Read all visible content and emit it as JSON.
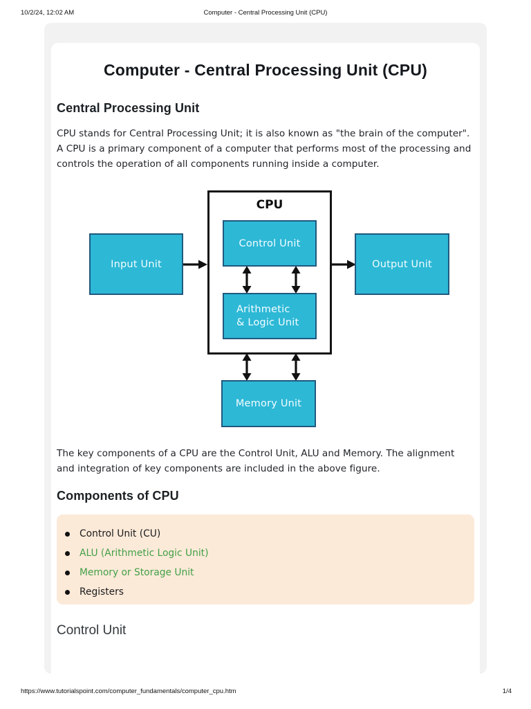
{
  "print_header": {
    "datetime": "10/2/24, 12:02 AM",
    "doc_title": "Computer - Central Processing Unit (CPU)"
  },
  "print_footer": {
    "url": "https://www.tutorialspoint.com/computer_fundamentals/computer_cpu.htm",
    "page_indicator": "1/4"
  },
  "article": {
    "title": "Computer - Central Processing Unit (CPU)",
    "intro": {
      "heading": "Central Processing Unit",
      "paragraph": "CPU stands for Central Processing Unit; it is also known as \"the brain of the computer\". A CPU is a primary component of a computer that performs most of the processing and controls the operation of all components running inside a computer."
    },
    "figure": {
      "cpu_label": "CPU",
      "input_box": "Input Unit",
      "control_box": "Control Unit",
      "alu_line1": "Arithmetic",
      "alu_line2": "& Logic Unit",
      "output_box": "Output Unit",
      "memory_box": "Memory Unit"
    },
    "after_figure_paragraph": "The key components of a CPU are the Control Unit, ALU and Memory. The alignment and integration of key components are included in the above figure.",
    "components": {
      "heading": "Components of CPU",
      "items": [
        {
          "label": "Control Unit (CU)",
          "is_link": false
        },
        {
          "label": "ALU (Arithmetic Logic Unit)",
          "is_link": true
        },
        {
          "label": "Memory or Storage Unit",
          "is_link": true
        },
        {
          "label": "Registers",
          "is_link": false
        }
      ]
    },
    "next_section_heading": "Control Unit"
  },
  "colors": {
    "diagram_box_fill": "#2db8d6",
    "diagram_box_border": "#20597e",
    "cpu_frame_border": "#141414",
    "callout_background": "#fcead9",
    "link_green": "#43a047",
    "panel_gray": "#f2f2f2"
  }
}
